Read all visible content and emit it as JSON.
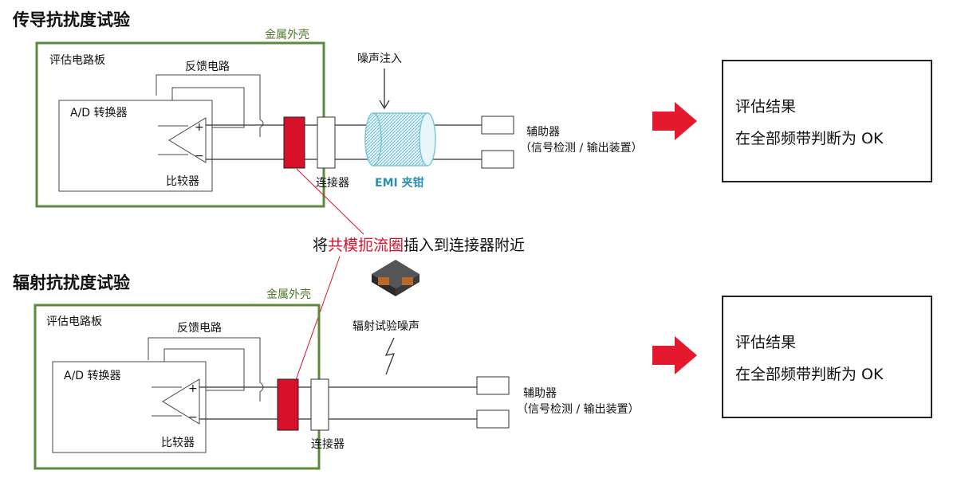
{
  "conducted": {
    "title": "传导抗扰度试验",
    "enclosure_label": "金属外壳",
    "board_label": "评估电路板",
    "feedback_label": "反馈电路",
    "adc_label": "A/D 转换器",
    "comparator_label": "比较器",
    "plus_sign": "+",
    "minus_sign": "−",
    "connector_label": "连接器",
    "noise_label": "噪声注入",
    "clamp_label": "EMI 夹钳",
    "aux_label": "辅助器",
    "aux_sub_label": "（信号检测 / 输出装置）",
    "result_title": "评估结果",
    "result_text": "在全部频带判断为 OK"
  },
  "radiated": {
    "title": "辐射抗扰度试验",
    "enclosure_label": "金属外壳",
    "board_label": "评估电路板",
    "feedback_label": "反馈电路",
    "adc_label": "A/D 转换器",
    "comparator_label": "比较器",
    "plus_sign": "+",
    "minus_sign": "−",
    "connector_label": "连接器",
    "noise_label": "辐射试验噪声",
    "aux_label": "辅助器",
    "aux_sub_label": "（信号检测 / 输出装置）",
    "result_title": "评估结果",
    "result_text": "在全部频带判断为 OK"
  },
  "callout": {
    "prefix": "将",
    "highlight": "共模扼流圈",
    "suffix": "插入到连接器附近"
  },
  "colors": {
    "enclosure": "#5b8a3a",
    "choke": "#d9102a",
    "arrow": "#e5192e",
    "clamp": "#7cc6d8",
    "highlight": "#d9102a"
  }
}
